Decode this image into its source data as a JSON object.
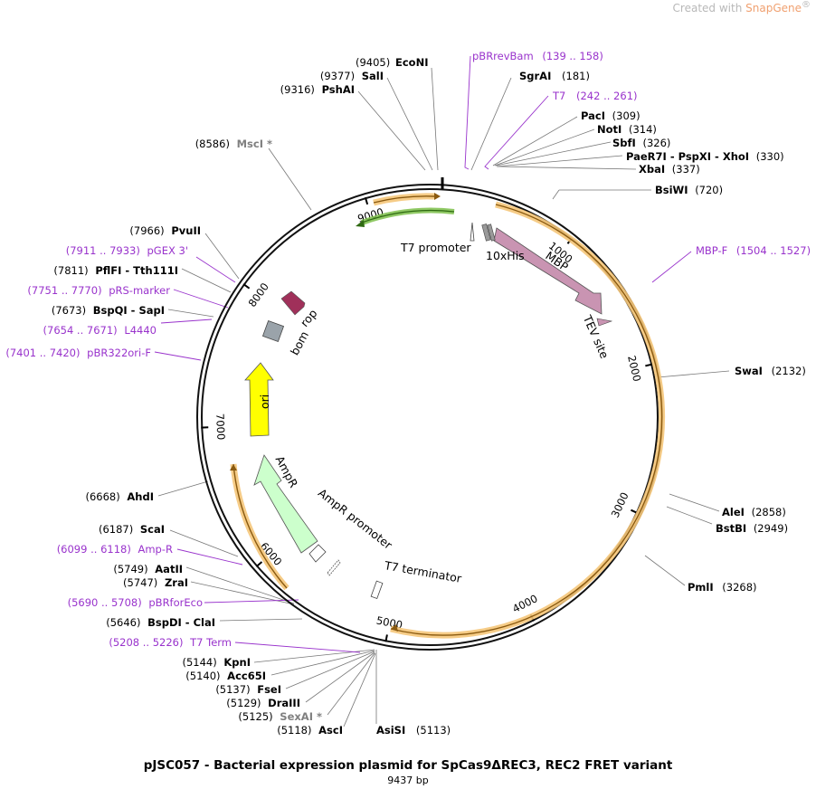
{
  "watermark": {
    "prefix": "Created with ",
    "brand": "SnapGene",
    "mark": "®"
  },
  "title": "pJSC057 - Bacterial expression plasmid for SpCas9ΔREC3, REC2 FRET variant",
  "subtitle": "9437 bp",
  "length_bp": 9437,
  "colors": {
    "backbone": "#000000",
    "primer": "#9933cc",
    "orf_highlight": "#f5c77a",
    "mbp": "#c994b2",
    "rop": "#a0305a",
    "bom": "#9aa3aa",
    "ori": "#ffff00",
    "ampr": "#ccffcc",
    "green_arrow": "#7cc04a"
  },
  "ticks": [
    "1000",
    "2000",
    "3000",
    "4000",
    "5000",
    "6000",
    "7000",
    "8000",
    "9000"
  ],
  "enzymes_right": [
    {
      "name": "EcoNI",
      "pos": "(9405)"
    },
    {
      "name": "SgrAI",
      "pos": "(181)"
    },
    {
      "name": "PacI",
      "pos": "(309)"
    },
    {
      "name": "NotI",
      "pos": "(314)"
    },
    {
      "name": "SbfI",
      "pos": "(326)"
    },
    {
      "name": "PaeR7I - PspXI - XhoI",
      "pos": "(330)"
    },
    {
      "name": "XbaI",
      "pos": "(337)"
    },
    {
      "name": "BsiWI",
      "pos": "(720)"
    },
    {
      "name": "SwaI",
      "pos": "(2132)"
    },
    {
      "name": "AleI",
      "pos": "(2858)"
    },
    {
      "name": "BstBI",
      "pos": "(2949)"
    },
    {
      "name": "PmlI",
      "pos": "(3268)"
    },
    {
      "name": "AsiSI",
      "pos": "(5113)"
    }
  ],
  "enzymes_left": [
    {
      "name": "SalI",
      "pos": "(9377)"
    },
    {
      "name": "PshAI",
      "pos": "(9316)"
    },
    {
      "name": "MscI *",
      "pos": "(8586)",
      "gray": true
    },
    {
      "name": "PvuII",
      "pos": "(7966)"
    },
    {
      "name": "PflFI - Tth111I",
      "pos": "(7811)"
    },
    {
      "name": "BspQI - SapI",
      "pos": "(7673)"
    },
    {
      "name": "AhdI",
      "pos": "(6668)"
    },
    {
      "name": "ScaI",
      "pos": "(6187)"
    },
    {
      "name": "AatII",
      "pos": "(5749)"
    },
    {
      "name": "ZraI",
      "pos": "(5747)"
    },
    {
      "name": "BspDI - ClaI",
      "pos": "(5646)"
    },
    {
      "name": "KpnI",
      "pos": "(5144)"
    },
    {
      "name": "Acc65I",
      "pos": "(5140)"
    },
    {
      "name": "FseI",
      "pos": "(5137)"
    },
    {
      "name": "DraIII",
      "pos": "(5129)"
    },
    {
      "name": "SexAI *",
      "pos": "(5125)",
      "gray": true
    },
    {
      "name": "AscI",
      "pos": "(5118)"
    }
  ],
  "primers": [
    {
      "name": "pBRrevBam",
      "range": "(139 .. 158)"
    },
    {
      "name": "T7",
      "range": "(242 .. 261)"
    },
    {
      "name": "MBP-F",
      "range": "(1504 .. 1527)"
    },
    {
      "name": "pGEX 3'",
      "range": "(7911 .. 7933)"
    },
    {
      "name": "pRS-marker",
      "range": "(7751 .. 7770)"
    },
    {
      "name": "L4440",
      "range": "(7654 .. 7671)"
    },
    {
      "name": "pBR322ori-F",
      "range": "(7401 .. 7420)"
    },
    {
      "name": "Amp-R",
      "range": "(6099 .. 6118)"
    },
    {
      "name": "pBRforEco",
      "range": "(5690 .. 5708)"
    },
    {
      "name": "T7 Term",
      "range": "(5208 .. 5226)"
    }
  ],
  "features": {
    "t7_promoter": "T7 promoter",
    "his": "10xHis",
    "mbp": "MBP",
    "tev": "TEV site",
    "rop": "rop",
    "bom": "bom",
    "ori": "ori",
    "ampr": "AmpR",
    "ampr_promoter": "AmpR promoter",
    "t7_terminator": "T7 terminator"
  }
}
